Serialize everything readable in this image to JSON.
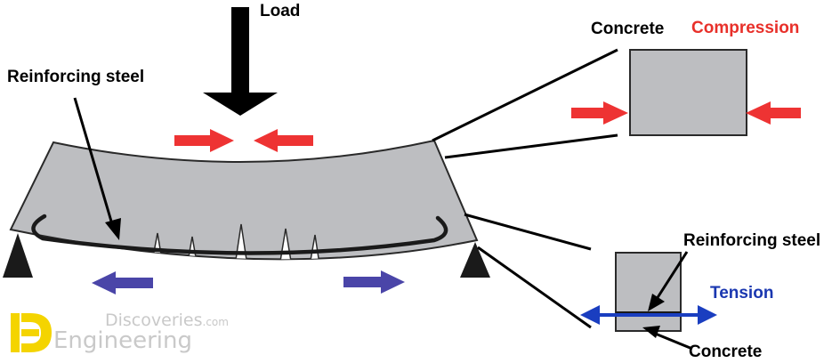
{
  "labels": {
    "load": "Load",
    "reinforcing_steel_left": "Reinforcing steel",
    "concrete_top": "Concrete",
    "compression": "Compression",
    "reinforcing_steel_right": "Reinforcing steel",
    "tension": "Tension",
    "concrete_bottom": "Concrete"
  },
  "watermark": {
    "line1": "Discoveries",
    "line1_suffix": ".com",
    "line2": "Engineering"
  },
  "colors": {
    "compression_arrow": "#ee3333",
    "tension_arrow_beam": "#4a45a8",
    "tension_arrow_section": "#1a3ec0",
    "compression_text": "#e8302a",
    "tension_text": "#1a37b0",
    "concrete_fill": "#bdbec1",
    "watermark_logo": "#f4d400"
  }
}
